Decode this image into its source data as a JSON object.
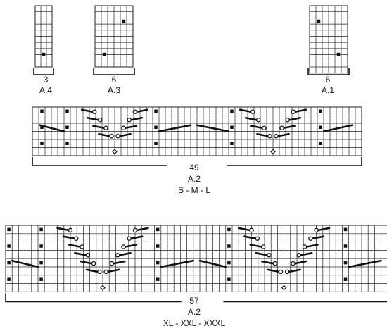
{
  "charts": {
    "a4": {
      "name": "A.4",
      "stitches": "3"
    },
    "a3": {
      "name": "A.3",
      "stitches": "6"
    },
    "a1": {
      "name": "A.1",
      "stitches": "6"
    },
    "a2_small": {
      "name": "A.2",
      "stitches": "49",
      "sizes": "S - M - L"
    },
    "a2_large": {
      "name": "A.2",
      "stitches": "57",
      "sizes": "XL - XXL - XXXL"
    }
  },
  "symbols": [
    "purl-square",
    "cable-cross-left",
    "cable-cross-right",
    "diamond-stitch"
  ],
  "colors": {
    "grid": "#222222",
    "fill": "#ffffff",
    "mark": "#111111"
  }
}
